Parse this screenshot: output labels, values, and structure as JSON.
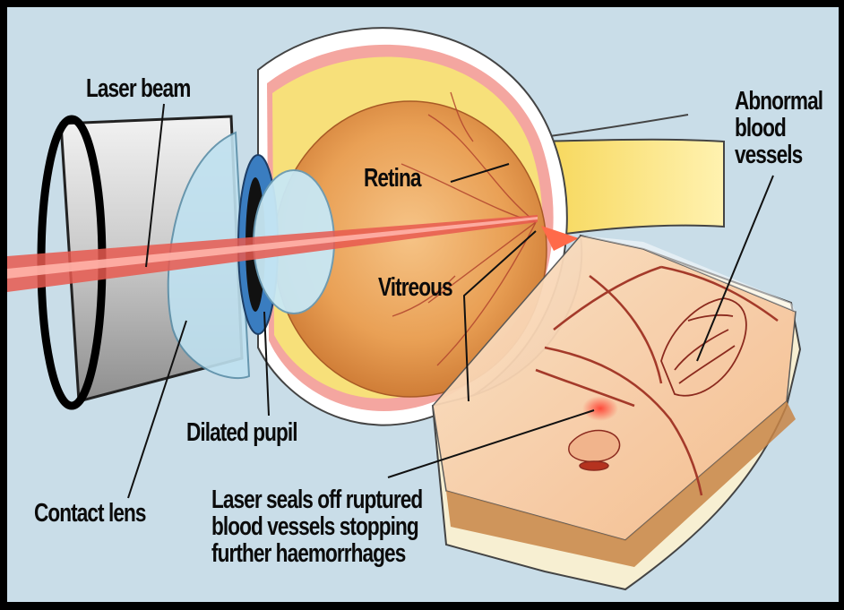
{
  "labels": {
    "laser_beam": "Laser beam",
    "retina": "Retina",
    "abnormal_vessels": "Abnormal\nblood\nvessels",
    "vitreous": "Vitreous",
    "dilated_pupil": "Dilated pupil",
    "contact_lens": "Contact lens",
    "laser_seals": "Laser seals off ruptured\nblood vessels stopping\nfurther haemorrhages"
  },
  "colors": {
    "background": "#c9dde8",
    "border": "#000000",
    "laser": "#e8594f",
    "eyeball": "#e9a055",
    "tissue": "#f6c99a",
    "vessel": "#a43a2a",
    "optic_nerve": "#f7e27a"
  }
}
